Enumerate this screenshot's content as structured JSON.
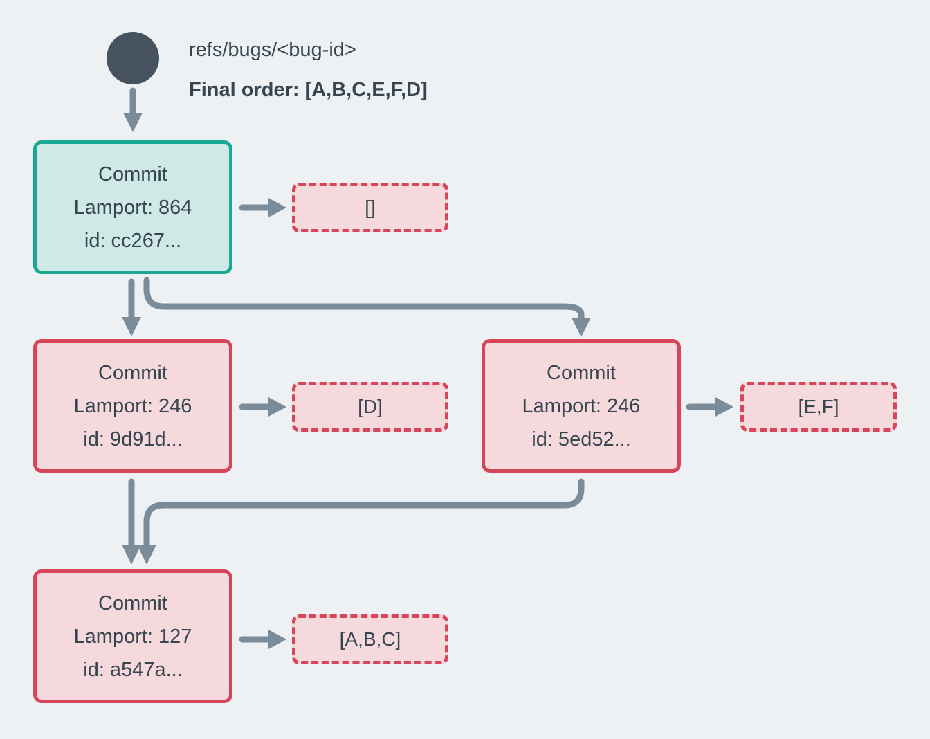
{
  "header": {
    "ref_label": "refs/bugs/<bug-id>",
    "final_order_label": "Final order: [A,B,C,E,F,D]"
  },
  "commits": {
    "root": {
      "title": "Commit",
      "lamport": "Lamport: 864",
      "id": "id: cc267...",
      "ops": "[]"
    },
    "left": {
      "title": "Commit",
      "lamport": "Lamport: 246",
      "id": "id: 9d91d...",
      "ops": "[D]"
    },
    "right": {
      "title": "Commit",
      "lamport": "Lamport: 246",
      "id": "id: 5ed52...",
      "ops": "[E,F]"
    },
    "bottom": {
      "title": "Commit",
      "lamport": "Lamport: 127",
      "id": "id: a547a...",
      "ops": "[A,B,C]"
    }
  },
  "colors": {
    "background": "#eef1f4",
    "text": "#36454f",
    "ref_circle": "#46535f",
    "arrow": "#7a8b9a",
    "teal_border": "#1aa894",
    "teal_fill": "#cfeae6",
    "red_border": "#d6465a",
    "pink_fill": "#f6d9dd"
  }
}
